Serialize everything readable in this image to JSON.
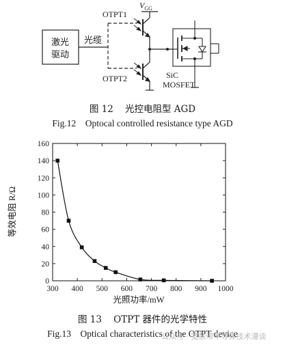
{
  "figure12": {
    "labels": {
      "driver_line1": "激光",
      "driver_line2": "驱动",
      "cable": "光缆",
      "otpt1": "OTPT1",
      "otpt2": "OTPT2",
      "vgg_main": "V",
      "vgg_sub": "GG",
      "sic": "SiC",
      "mosfet": "MOSFET"
    },
    "caption_cn": "图 12    光控电阻型 AGD",
    "caption_en": "Fig.12    Optocal controlled resistance type AGD"
  },
  "figure13": {
    "caption_cn": "图 13    OTPT 器件的光学特性",
    "caption_en": "Fig.13    Optical characteristics of the OTPT device",
    "watermark": "公众号 · 宽禁带半导体技术漫谈"
  },
  "chart_data": {
    "type": "line",
    "xlabel": "光照功率/mW",
    "ylabel": "等效电阻 R/Ω",
    "xlim": [
      300,
      1000
    ],
    "ylim": [
      0,
      160
    ],
    "xticks": [
      300,
      400,
      500,
      600,
      700,
      800,
      900,
      1000
    ],
    "yticks": [
      0,
      20,
      40,
      60,
      80,
      100,
      120,
      140,
      160
    ],
    "grid": false,
    "marker": "square",
    "series": [
      {
        "x": [
          320,
          365,
          418,
          470,
          515,
          555,
          655,
          750,
          945
        ],
        "y": [
          140,
          70,
          39,
          23,
          15,
          10,
          1.5,
          0.5,
          0
        ]
      }
    ]
  }
}
